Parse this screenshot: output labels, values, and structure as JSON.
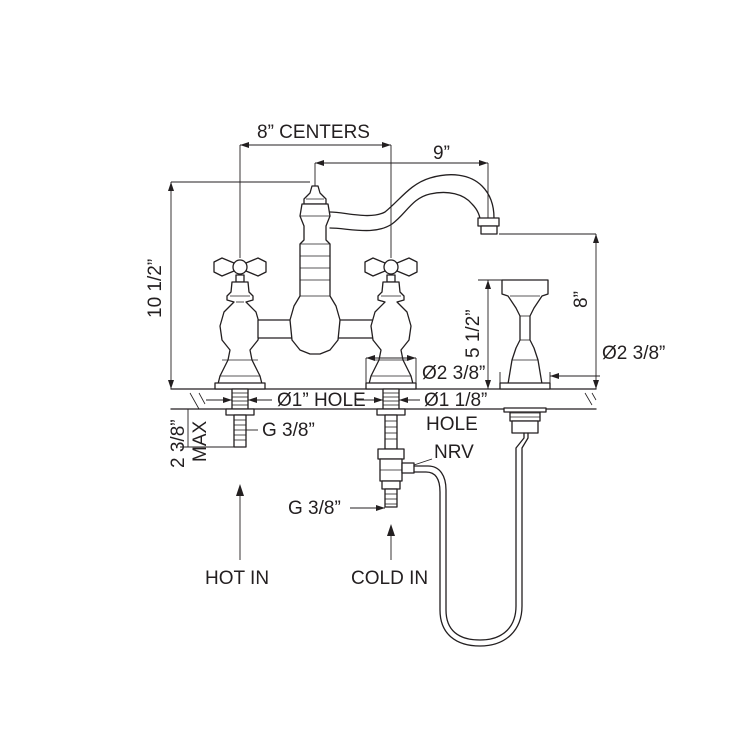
{
  "labels": {
    "centers": "8” CENTERS",
    "spout_reach": "9”",
    "overall_height": "10 1/2”",
    "spray_height": "5 1/2”",
    "spout_height": "8”",
    "spray_base_dia": "Ø2 3/8”",
    "faucet_base_dia": "Ø2 3/8”",
    "handle_hole": "Ø1” HOLE",
    "spout_hole_a": "Ø1 1/8”",
    "spout_hole_b": "HOLE",
    "thread_hot": "G 3/8”",
    "thread_cold": "G 3/8”",
    "deck_thickness_a": "2 3/8”",
    "deck_thickness_b": "MAX",
    "nrv": "NRV",
    "hot_in": "HOT IN",
    "cold_in": "COLD IN"
  }
}
